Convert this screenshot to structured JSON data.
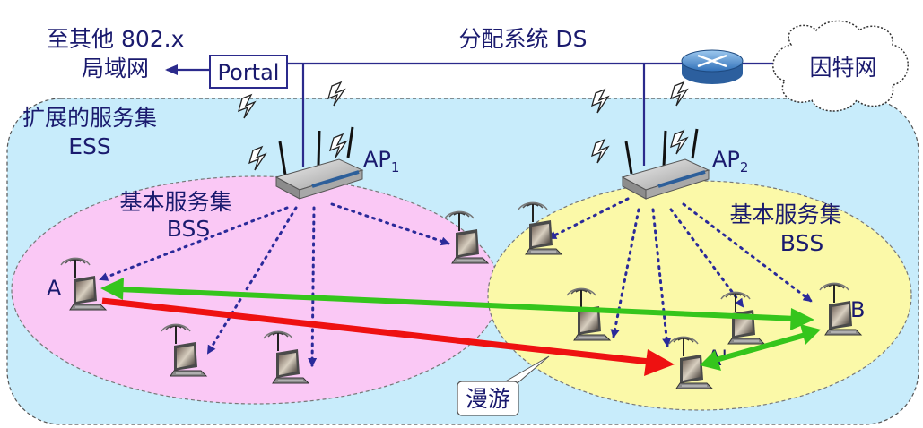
{
  "labels": {
    "other_lan_line1": "至其他 802.x",
    "other_lan_line2": "局域网",
    "portal": "Portal",
    "ds": "分配系统 DS",
    "internet": "因特网",
    "ess_line1": "扩展的服务集",
    "ess_line2": "ESS",
    "ap1": "AP",
    "ap1_sub": "1",
    "ap2": "AP",
    "ap2_sub": "2",
    "bss1_line1": "基本服务集",
    "bss1_line2": "BSS",
    "bss2_line1": "基本服务集",
    "bss2_line2": "BSS",
    "station_a": "A",
    "station_a_prime": "A'",
    "station_b": "B",
    "roaming": "漫游"
  },
  "colors": {
    "ess_fill": "#c8ecfb",
    "bss1_fill": "#fac8f5",
    "bss2_fill": "#fbf9a8",
    "ds_line": "#2b2a8c",
    "green_arrow": "#35c51c",
    "red_arrow": "#ee1111"
  }
}
